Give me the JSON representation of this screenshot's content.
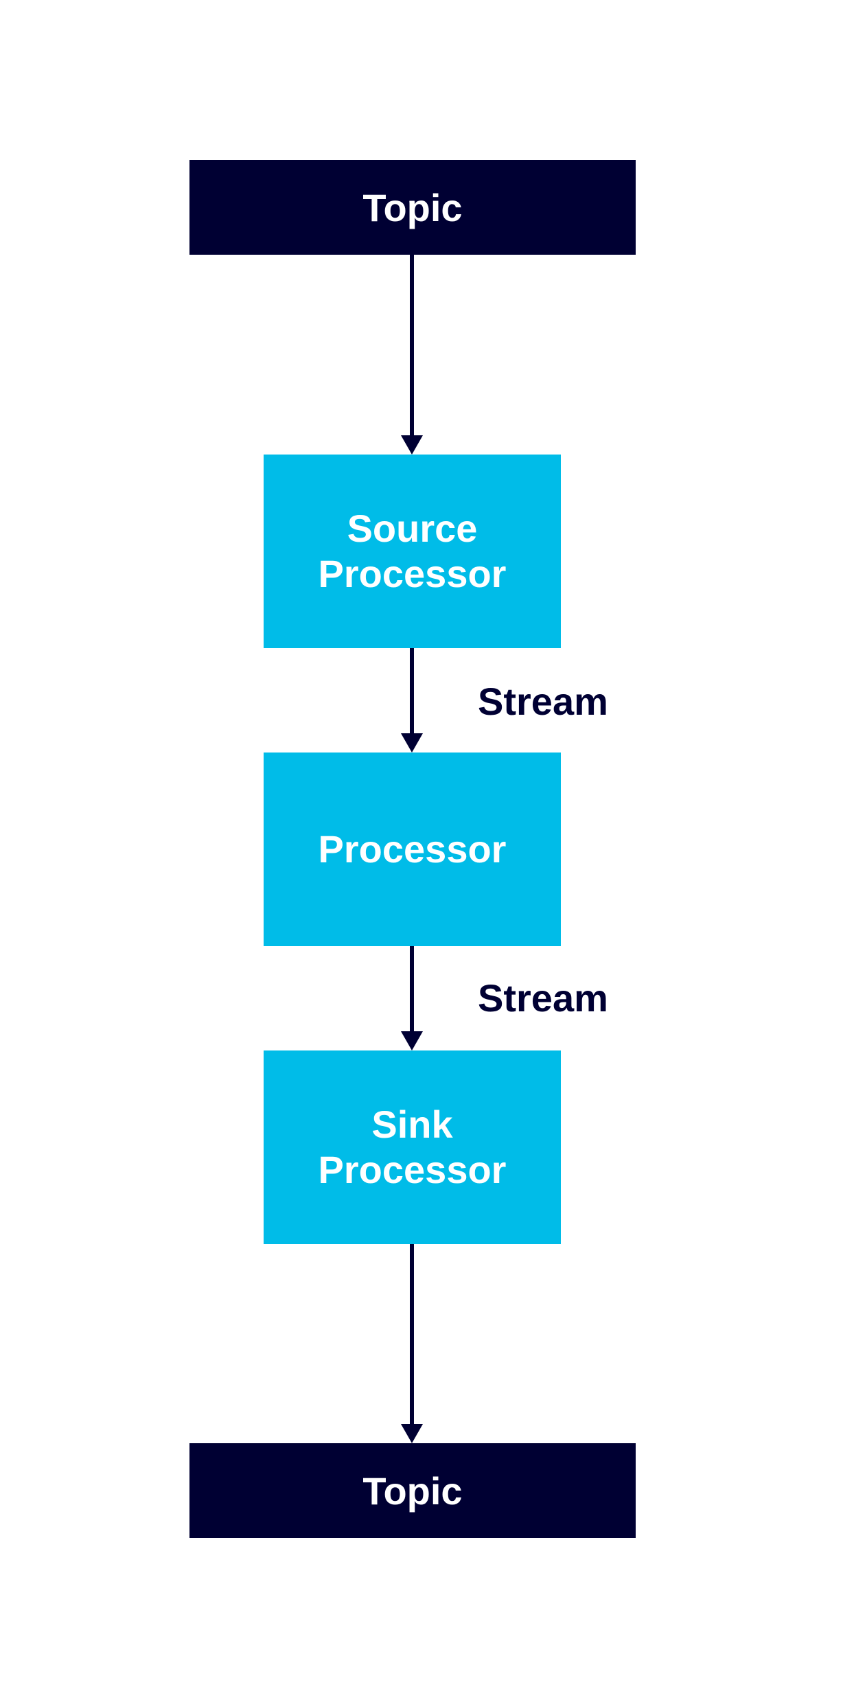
{
  "colors": {
    "topic_fill": "#000033",
    "processor_fill": "#00bce8",
    "text_on_node": "#ffffff",
    "arrow": "#000033",
    "label": "#000033"
  },
  "nodes": {
    "topic_top": {
      "label": "Topic"
    },
    "source_processor": {
      "line1": "Source",
      "line2": "Processor"
    },
    "processor": {
      "label": "Processor"
    },
    "sink_processor": {
      "line1": "Sink",
      "line2": "Processor"
    },
    "topic_bottom": {
      "label": "Topic"
    }
  },
  "edges": {
    "source_to_processor": {
      "label": "Stream"
    },
    "processor_to_sink": {
      "label": "Stream"
    }
  }
}
